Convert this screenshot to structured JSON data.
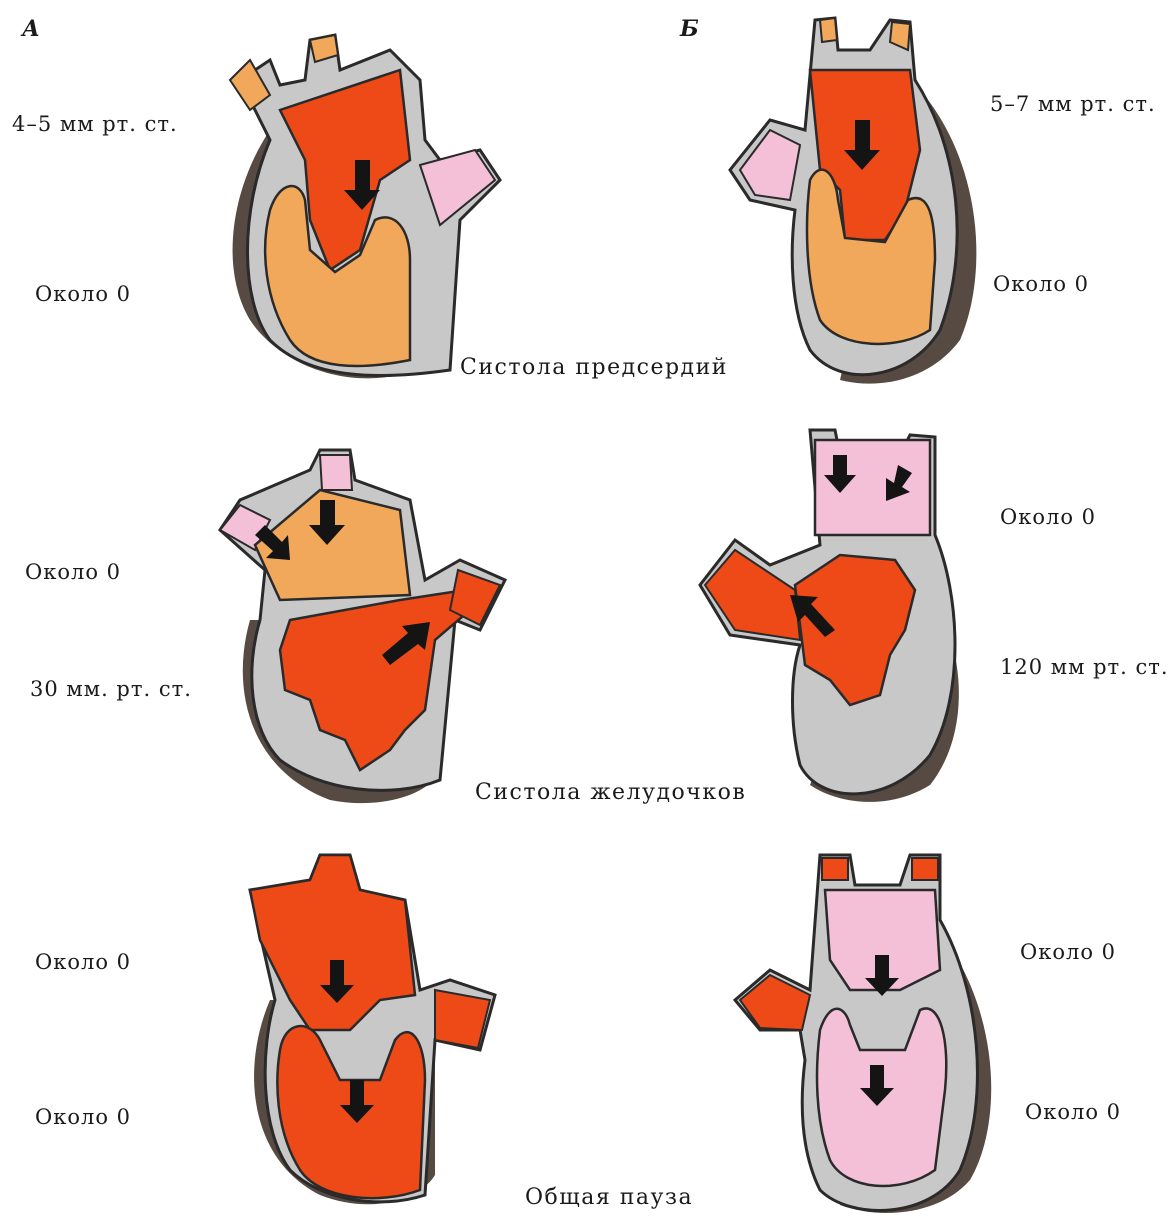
{
  "panels": {
    "left": "А",
    "right": "Б"
  },
  "rows": [
    {
      "caption": "Систола предсердий",
      "left": {
        "atrium_pressure": "4–5 мм рт. ст.",
        "ventricle_pressure": "Около 0"
      },
      "right": {
        "atrium_pressure": "5–7 мм рт. ст.",
        "ventricle_pressure": "Около 0"
      }
    },
    {
      "caption": "Систола желудочков",
      "left": {
        "atrium_pressure": "Около 0",
        "ventricle_pressure": "30 мм. рт. ст."
      },
      "right": {
        "atrium_pressure": "Около 0",
        "ventricle_pressure": "120 мм рт. ст."
      }
    },
    {
      "caption": "Общая пауза",
      "left": {
        "atrium_pressure": "Около 0",
        "ventricle_pressure": "Около 0"
      },
      "right": {
        "atrium_pressure": "Около 0",
        "ventricle_pressure": "Около 0"
      }
    }
  ],
  "colors": {
    "heart_wall": "#c8c8c8",
    "heart_outline": "#2a2a2a",
    "shadow": "#3a2a22",
    "contracting_blood": "#ee4a18",
    "relaxed_chamber": "#f2a85a",
    "pale_chamber": "#f4c0d8",
    "arrow": "#141414",
    "text": "#1a1a1a"
  }
}
